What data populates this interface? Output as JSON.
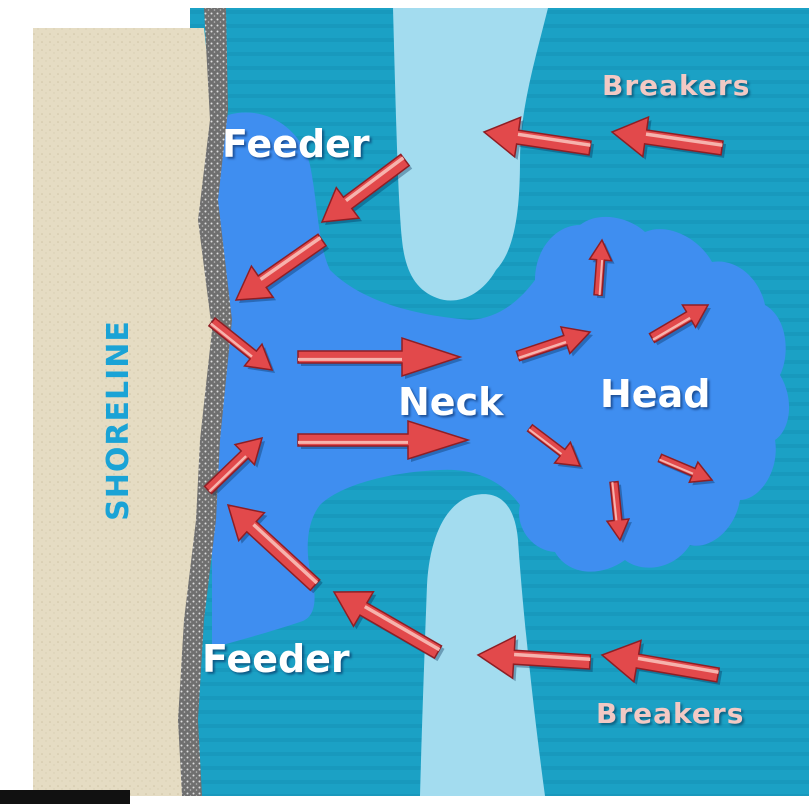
{
  "labels": {
    "shoreline": "SHORELINE",
    "feeder_top": "Feeder",
    "feeder_bottom": "Feeder",
    "neck": "Neck",
    "head": "Head",
    "breakers_top": "Breakers",
    "breakers_bottom": "Breakers"
  },
  "colors": {
    "background": "#ffffff",
    "beach": "#e5dcc3",
    "ocean": "#1ba1c5",
    "current": "#3f8ef0",
    "sandbar": "#a3dcef",
    "arrow": "#e2494b",
    "shoreline_text": "#1aa3d6"
  }
}
